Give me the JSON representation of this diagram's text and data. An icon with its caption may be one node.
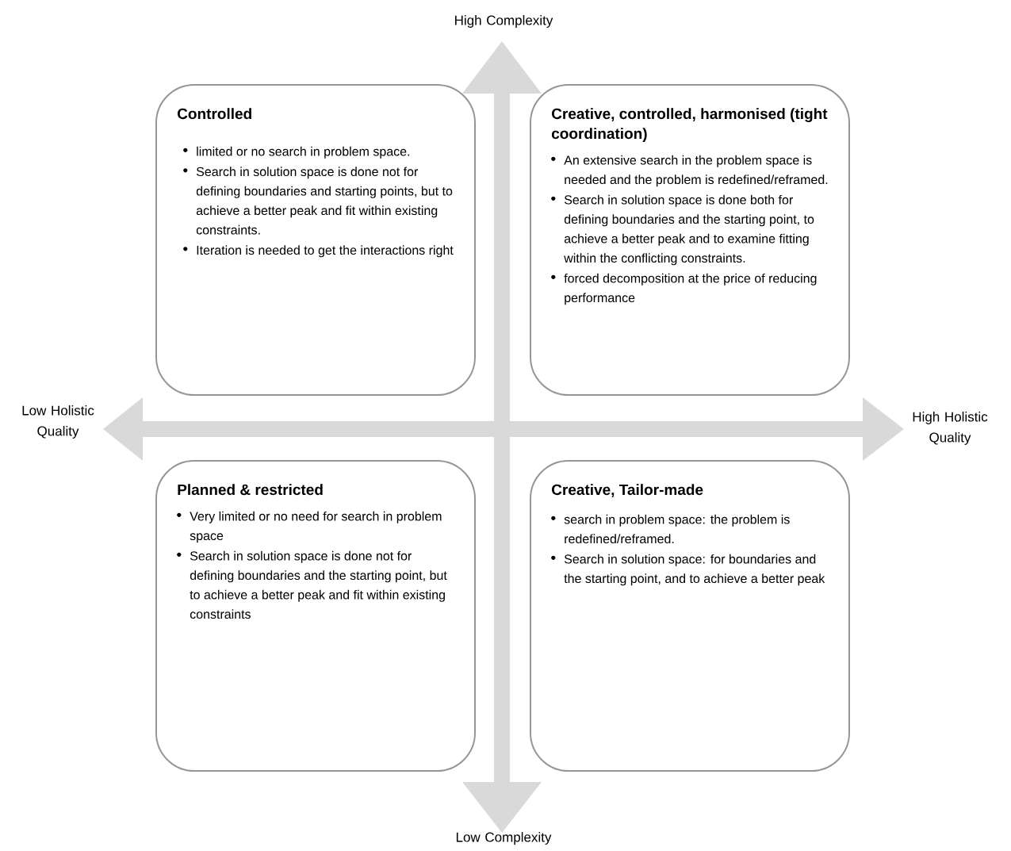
{
  "diagram": {
    "nodes": [
      {
        "text": [
          "Controlled",
          "limited or no search in problem space.",
          "Search in solution space is done not for defining boundaries and starting points, but to achieve a better peak and fit within existing constraints.",
          "Iteration is needed to get the interactions right"
        ]
      },
      {
        "text": [
          "Creative, controlled, harmonised (tight coordination)",
          "An extensive search in the problem space is needed and the problem is redefined/reframed.",
          "Search in solution space is done both for defining boundaries and the starting point, to achieve a better peak and to examine fitting within the conflicting constraints.",
          "forced decomposition at the price of reducing performance"
        ]
      },
      {
        "text": [
          "Planned & restricted",
          "Very limited or no need for search in problem space",
          "Search in solution space is done not for defining boundaries and the starting point, but to achieve a better peak and fit within existing constraints"
        ]
      },
      {
        "text": [
          "Creative, Tailor-made",
          "search in problem space: the problem is redefined/reframed.",
          "Search in solution space: for boundaries and the starting point, and to achieve a better peak"
        ]
      }
    ],
    "edges": [],
    "labels": [
      "High Complexity",
      "Low Holistic Quality",
      "High Holistic Quality",
      "Low Complexity"
    ]
  }
}
